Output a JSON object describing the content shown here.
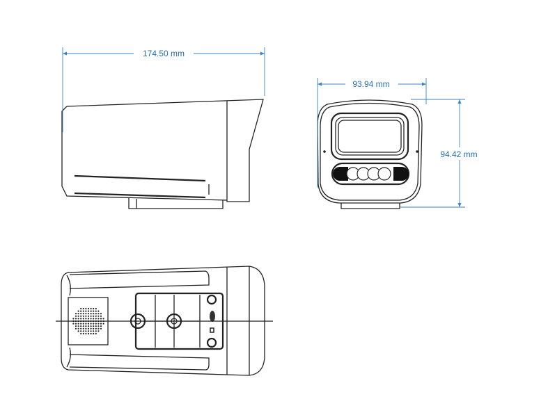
{
  "drawing": {
    "title": "Camera dimension drawing",
    "dimensions": {
      "length": "174.50 mm",
      "width": "93.94 mm",
      "height": "94.42 mm"
    },
    "colors": {
      "dimension": "#2a6fa8",
      "outline": "#222222"
    }
  }
}
